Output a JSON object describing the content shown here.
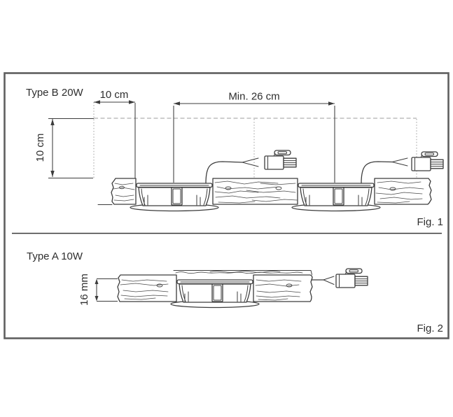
{
  "fig1": {
    "type_label": "Type B 20W",
    "dim_spacing_top": "10 cm",
    "dim_min_span": "Min. 26 cm",
    "dim_clearance_left": "10 cm",
    "caption": "Fig. 1"
  },
  "fig2": {
    "type_label": "Type A 10W",
    "dim_panel_thickness": "16 mm",
    "caption": "Fig. 2"
  },
  "colors": {
    "line": "#3c3c3c",
    "frame_border": "#5f5f5f",
    "guide_dashed": "#9d9d9d",
    "background": "#ffffff"
  }
}
